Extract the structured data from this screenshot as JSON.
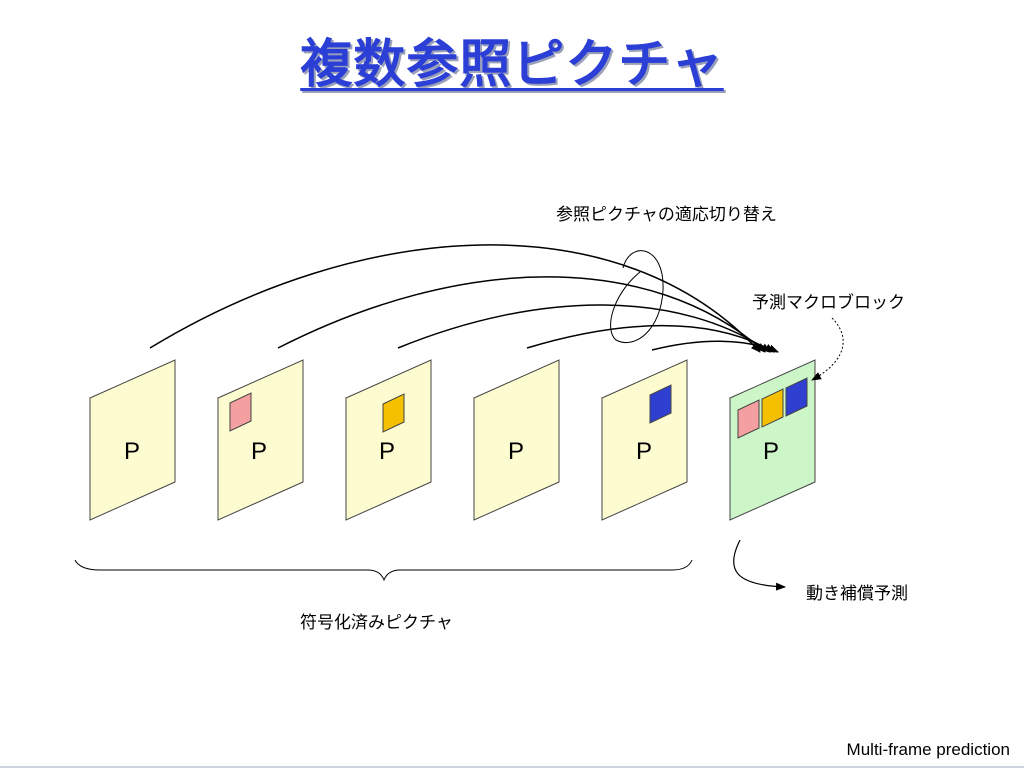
{
  "title": "複数参照ピクチャ",
  "labels": {
    "adaptive_switch": "参照ピクチャの適応切り替え",
    "prediction_macroblock": "予測マクロブロック",
    "motion_compensation": "動き補償予測",
    "coded_pictures": "符号化済みピクチャ"
  },
  "pictures": [
    {
      "label": "P",
      "type": "reference",
      "block_color": null
    },
    {
      "label": "P",
      "type": "reference",
      "block_color": "#f4a0a0"
    },
    {
      "label": "P",
      "type": "reference",
      "block_color": "#f5c000"
    },
    {
      "label": "P",
      "type": "reference",
      "block_color": null
    },
    {
      "label": "P",
      "type": "reference",
      "block_color": "#2f3fd0"
    },
    {
      "label": "P",
      "type": "current",
      "block_colors": [
        "#f4a0a0",
        "#f5c000",
        "#2f3fd0"
      ]
    }
  ],
  "colors": {
    "title": "#2b3fd6",
    "reference_fill": "#fdfbd0",
    "current_fill": "#ccf5c8"
  },
  "footer": "Multi-frame prediction"
}
